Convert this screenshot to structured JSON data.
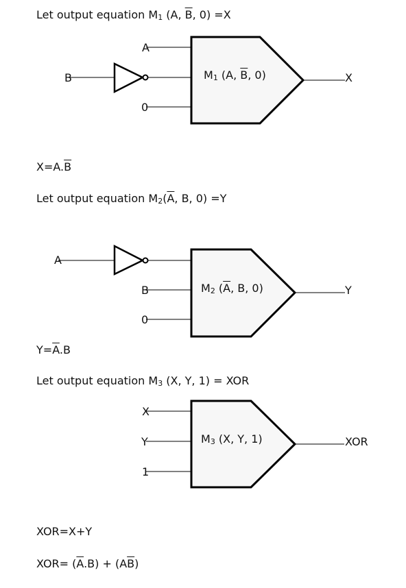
{
  "statements": {
    "m1_intro": {
      "prefix": "Let output equation M",
      "sub": "1",
      "args_pre": " (A,  ",
      "bar": "B",
      "args_post": ", 0) =X"
    },
    "x_eq": {
      "pre": "X=A.",
      "bar": "B"
    },
    "m2_intro": {
      "prefix": "Let output equation M",
      "sub": "2",
      "args_pre": "(",
      "bar": "A",
      "args_post": ", B, 0) =Y"
    },
    "y_eq": {
      "pre": "Y=",
      "bar": "A",
      "post": ".B"
    },
    "m3_intro": {
      "prefix": "Let output equation M",
      "sub": "3",
      "args_post": " (X, Y, 1) = XOR"
    },
    "xor_sum": "XOR=X+Y",
    "xor_final": {
      "pre": "XOR= (",
      "bar1": "A",
      "mid": ".B) + (A",
      "bar2": "B",
      "post": ")"
    }
  },
  "mux1": {
    "inputs": [
      "A",
      "B",
      "0"
    ],
    "output": "X",
    "box_label": {
      "prefix": "M",
      "sub": "1",
      "args_pre": " (A,  ",
      "bar": "B",
      "args_post": ", 0)"
    }
  },
  "mux2": {
    "inputs": [
      "A",
      "B",
      "0"
    ],
    "output": "Y",
    "box_label": {
      "prefix": "M",
      "sub": "2",
      "args_pre": " (",
      "bar": "A",
      "args_post": ", B, 0)"
    }
  },
  "mux3": {
    "inputs": [
      "X",
      "Y",
      "1"
    ],
    "output": "XOR",
    "box_label": {
      "prefix": "M",
      "sub": "3",
      "args_post": " (X, Y, 1)"
    }
  }
}
